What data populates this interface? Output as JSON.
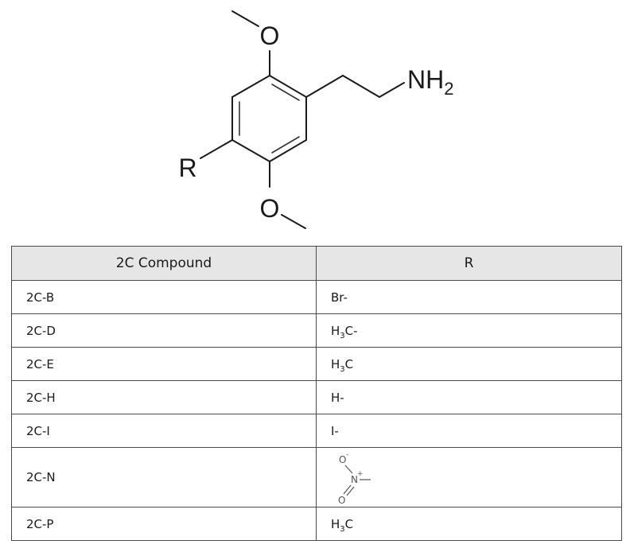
{
  "structure": {
    "r_label": "R",
    "oxygen_top": "O",
    "oxygen_bottom": "O",
    "amine_main": "NH",
    "amine_subscript": "2"
  },
  "table": {
    "headers": [
      "2C Compound",
      "R"
    ],
    "rows": [
      {
        "compound": "2C-B",
        "r": {
          "type": "text",
          "main": "Br-"
        }
      },
      {
        "compound": "2C-D",
        "r": {
          "type": "formula",
          "pre": "H",
          "sub": "3",
          "post": "C-"
        }
      },
      {
        "compound": "2C-E",
        "r": {
          "type": "formula",
          "pre": "H",
          "sub": "3",
          "post": "C"
        }
      },
      {
        "compound": "2C-H",
        "r": {
          "type": "text",
          "main": "H-"
        }
      },
      {
        "compound": "2C-I",
        "r": {
          "type": "text",
          "main": "I-"
        }
      },
      {
        "compound": "2C-N",
        "r": {
          "type": "nitro",
          "o_top": "O",
          "o_top_charge": "-",
          "n": "N",
          "n_charge": "+",
          "o_bottom": "O"
        }
      },
      {
        "compound": "2C-P",
        "r": {
          "type": "formula",
          "pre": "H",
          "sub": "3",
          "post": "C"
        }
      }
    ]
  }
}
